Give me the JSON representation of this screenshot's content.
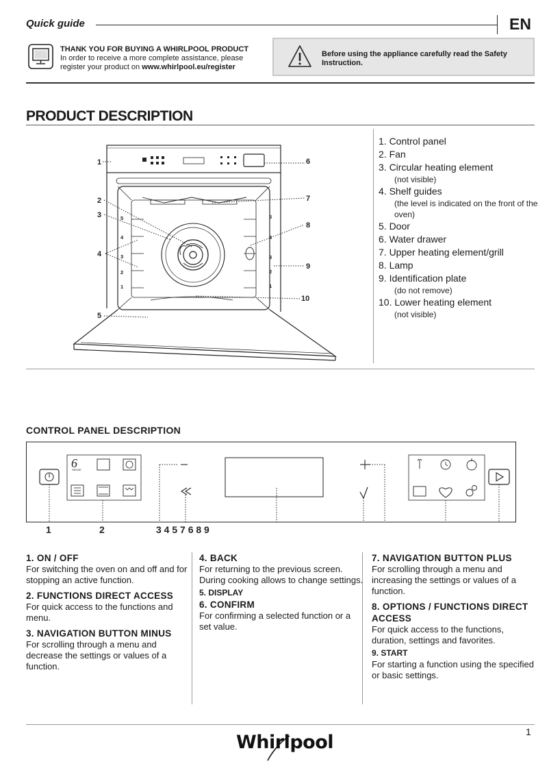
{
  "header": {
    "title": "Quick guide",
    "lang": "EN"
  },
  "register": {
    "heading": "THANK YOU FOR BUYING A WHIRLPOOL PRODUCT",
    "line1": "In order to receive a more complete assistance, please",
    "line2_prefix": "register your product on ",
    "url": "www.whirlpool.eu/register",
    "icon": "monitor-icon"
  },
  "safety": {
    "text": "Before using the appliance carefully read the Safety Instruction.",
    "icon": "warning-icon"
  },
  "product": {
    "title": "PRODUCT DESCRIPTION",
    "items": [
      {
        "label": "1. Control panel",
        "note": ""
      },
      {
        "label": "2. Fan",
        "note": ""
      },
      {
        "label": "3. Circular heating element",
        "note": "(not visible)"
      },
      {
        "label": "4. Shelf guides",
        "note": "(the level is indicated on the front of the oven)"
      },
      {
        "label": "5. Door",
        "note": ""
      },
      {
        "label": "6. Water drawer",
        "note": ""
      },
      {
        "label": "7. Upper heating element/grill",
        "note": ""
      },
      {
        "label": "8. Lamp",
        "note": ""
      },
      {
        "label": "9. Identification plate",
        "note": "(do not remove)"
      },
      {
        "label": "10. Lower heating element",
        "note": "(not visible)"
      }
    ],
    "callouts": {
      "c1": "1",
      "c2": "2",
      "c3": "3",
      "c4": "4",
      "c5": "5",
      "c6": "6",
      "c7": "7",
      "c8": "8",
      "c9": "9",
      "c10": "10"
    },
    "shelf_levels": [
      "5",
      "4",
      "3",
      "2",
      "1"
    ]
  },
  "control_panel": {
    "title": "CONTROL PANEL DESCRIPTION",
    "six_label": "6",
    "six_sub": "SENSE",
    "labels": {
      "n1": "1",
      "n2": "2",
      "n3_9": "3 4 5 7 6 8 9"
    }
  },
  "descriptions": {
    "c1_h": "1. ON / OFF",
    "c1_t": "For switching the oven on and off and for stopping an active function.",
    "c2_h": "2. FUNCTIONS DIRECT ACCESS",
    "c2_t": "For quick access to the functions and menu.",
    "c3_h": "3. NAVIGATION BUTTON MINUS",
    "c3_t": "For scrolling through a menu and decrease the settings or values of a function.",
    "c4_h": "4. BACK",
    "c4_t": "For returning to the previous screen. During cooking allows to change settings.",
    "c5_h": "5. DISPLAY",
    "c6_h": "6. CONFIRM",
    "c6_t": "For confirming a selected function or a set value.",
    "c7_h": "7. NAVIGATION BUTTON PLUS",
    "c7_t": "For scrolling through a menu and increasing the settings or values of a function.",
    "c8_h": "8. OPTIONS / FUNCTIONS DIRECT ACCESS",
    "c8_t": "For quick access to the functions, duration, settings and favorites.",
    "c9_h": "9. START",
    "c9_t": "For starting a function using the specified or basic settings."
  },
  "footer": {
    "page": "1",
    "brand": "Whirlpool"
  }
}
